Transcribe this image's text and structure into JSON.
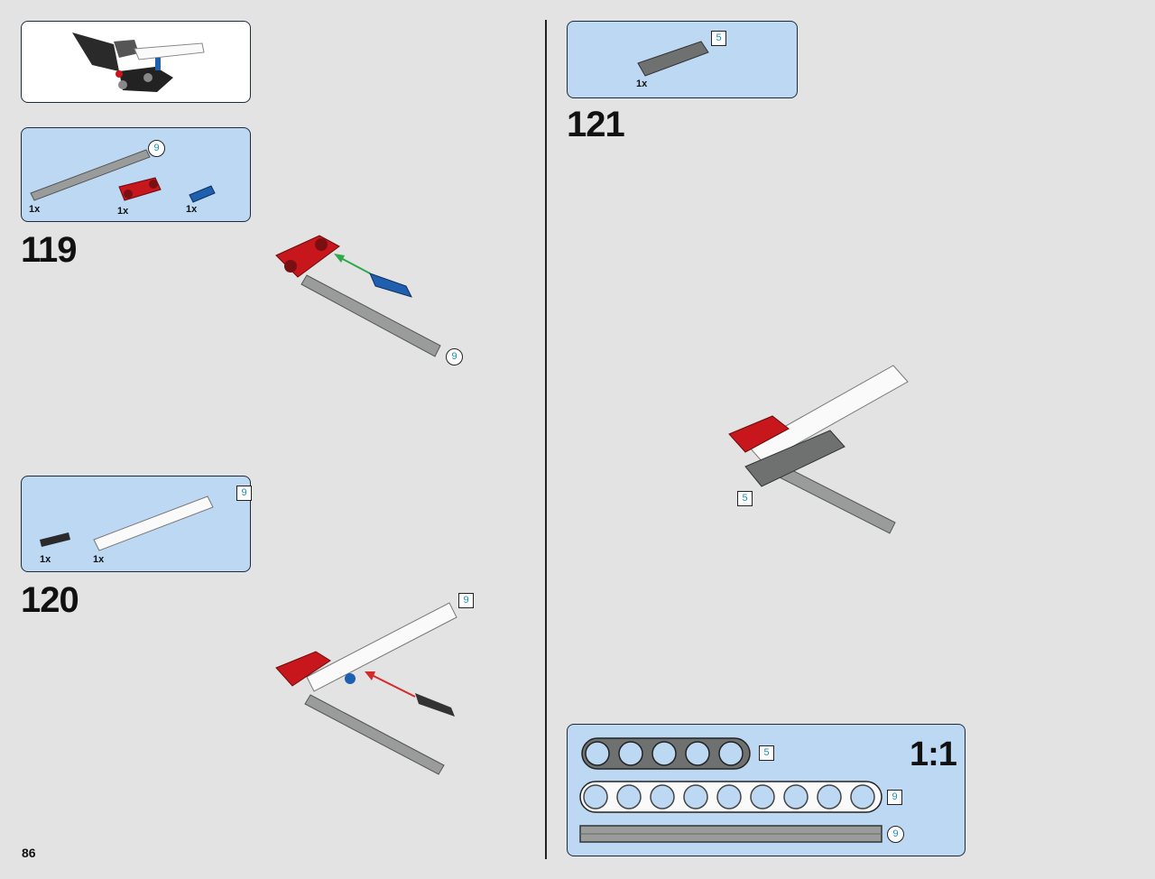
{
  "page": {
    "number": "86"
  },
  "steps": [
    {
      "number": "119",
      "parts": [
        {
          "name": "axle-9",
          "qty": "1x",
          "length": "9",
          "icon": "grey-axle-icon"
        },
        {
          "name": "red-connector",
          "qty": "1x",
          "icon": "red-connector-icon"
        },
        {
          "name": "blue-pin",
          "qty": "1x",
          "icon": "blue-pin-icon"
        }
      ],
      "build_callout": "9"
    },
    {
      "number": "120",
      "parts": [
        {
          "name": "black-pin",
          "qty": "1x",
          "icon": "black-pin-icon"
        },
        {
          "name": "white-beam-9",
          "qty": "1x",
          "length": "9",
          "icon": "white-beam-icon"
        }
      ],
      "build_callout": "9"
    },
    {
      "number": "121",
      "parts": [
        {
          "name": "grey-beam-5",
          "qty": "1x",
          "length": "5",
          "icon": "grey-beam-icon"
        }
      ],
      "build_callout": "5"
    }
  ],
  "scale_guide": {
    "label": "1:1",
    "items": [
      {
        "name": "beam-5",
        "length": "5"
      },
      {
        "name": "beam-9",
        "length": "9"
      },
      {
        "name": "axle-9",
        "length": "9"
      }
    ]
  },
  "colors": {
    "background": "#e3e3e3",
    "parts_panel": "#bcd8f2",
    "red_part": "#c8161d",
    "blue_part": "#1f5fb0",
    "grey_part": "#8a8c8c",
    "arrow_green": "#2ea84a",
    "arrow_red": "#d42a2a",
    "callout_text": "#1a8fb5"
  }
}
